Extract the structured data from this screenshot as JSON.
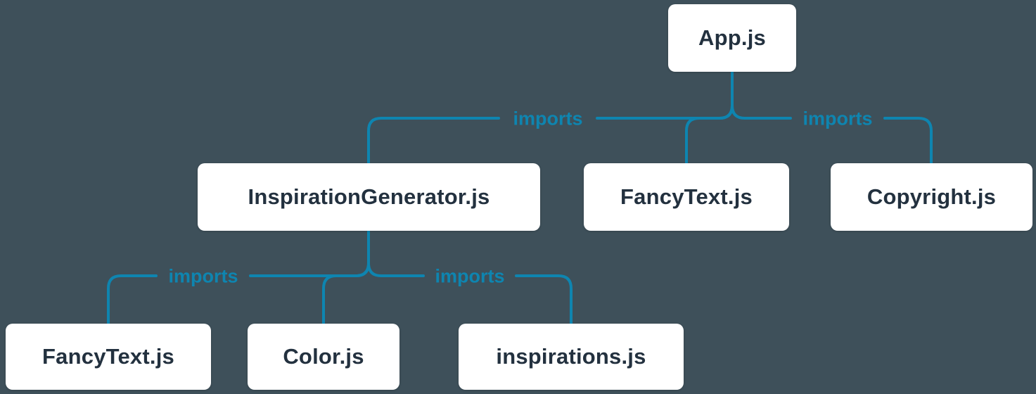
{
  "colors": {
    "background": "#3e505a",
    "line": "#0e85b0",
    "box_bg": "#ffffff",
    "box_text": "#23313f"
  },
  "diagram": {
    "type": "module-import-tree",
    "edge_label": "imports",
    "root": {
      "label": "App.js",
      "imports": [
        {
          "label": "InspirationGenerator.js",
          "imports": [
            {
              "label": "FancyText.js"
            },
            {
              "label": "Color.js"
            },
            {
              "label": "inspirations.js"
            }
          ]
        },
        {
          "label": "FancyText.js"
        },
        {
          "label": "Copyright.js"
        }
      ]
    }
  }
}
